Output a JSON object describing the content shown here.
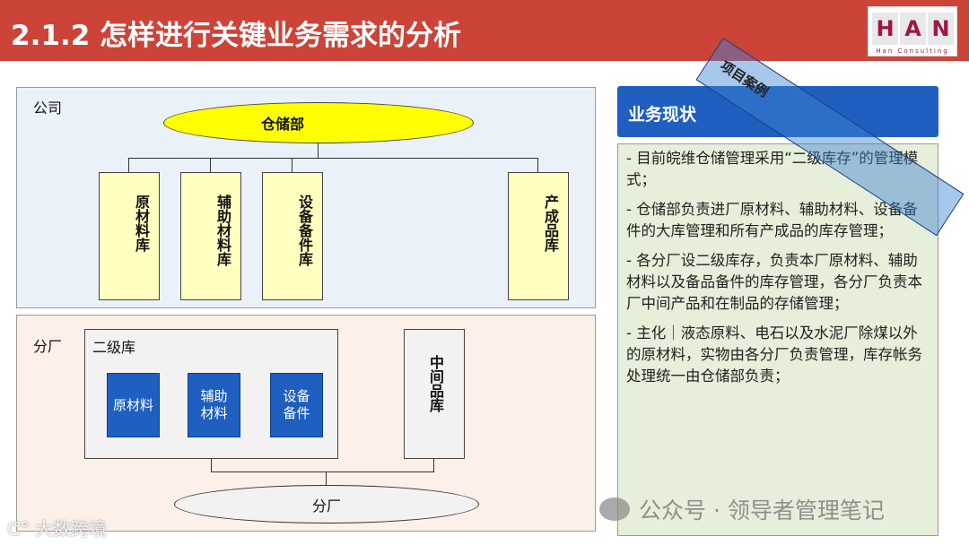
{
  "title": "2.1.2 怎样进行关键业务需求的分析",
  "logo": {
    "letters": [
      "H",
      "A",
      "N"
    ],
    "subtitle": "Han Consulting"
  },
  "company": {
    "label": "公司",
    "warehouse": "仓储部",
    "stores": [
      "原材料库",
      "辅助材料库",
      "设备备件库",
      "产成品库"
    ]
  },
  "branch": {
    "label": "分厂",
    "secondary": {
      "label": "二级库",
      "items": [
        "原材料",
        "辅助材料",
        "设备备件"
      ]
    },
    "middle": "中间品库",
    "ellipse": "分厂"
  },
  "status": {
    "header": "业务现状",
    "paragraphs": [
      " - 目前皖维仓储管理采用“二级库存”的管理模式；",
      " - 仓储部负责进厂原材料、辅助材料、设备备件的大库管理和所有产成品的库存管理；",
      " - 各分厂设二级库存，负责本厂原材料、辅助材料以及备品备件的库存管理，各分厂负责本厂中间产品和在制品的存储管理；",
      " - 主化｜液态原料、电石以及水泥厂除煤以外的原材料，实物由各分厂负责管理，库存帐务处理统一由仓储部负责；"
    ]
  },
  "stamp": "项目案例",
  "watermarks": {
    "wechat": "公众号 · 领导者管理笔记",
    "corner": "大数跨境"
  },
  "colors": {
    "header": "#cc4338",
    "accent": "#1f5fbf"
  }
}
